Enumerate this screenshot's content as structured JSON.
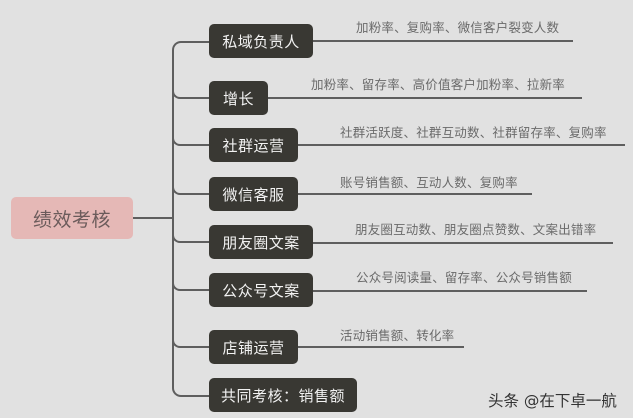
{
  "root": {
    "label": "绩效考核"
  },
  "nodes": [
    {
      "label": "私域负责人",
      "metrics": "加粉率、复购率、微信客户裂变人数"
    },
    {
      "label": "增长",
      "metrics": "加粉率、留存率、高价值客户加粉率、拉新率"
    },
    {
      "label": "社群运营",
      "metrics": "社群活跃度、社群互动数、社群留存率、复购率"
    },
    {
      "label": "微信客服",
      "metrics": "账号销售额、互动人数、复购率"
    },
    {
      "label": "朋友圈文案",
      "metrics": "朋友圈互动数、朋友圈点赞数、文案出错率"
    },
    {
      "label": "公众号文案",
      "metrics": "公众号阅读量、留存率、公众号销售额"
    },
    {
      "label": "店铺运营",
      "metrics": "活动销售额、转化率"
    },
    {
      "label": "共同考核：销售额"
    }
  ],
  "watermark": "头条 @在下卓一航",
  "colors": {
    "background": "#e1e1e1",
    "root_fill": "#e5b8b6",
    "node_fill": "#393833",
    "connector": "#5e5e5e"
  }
}
